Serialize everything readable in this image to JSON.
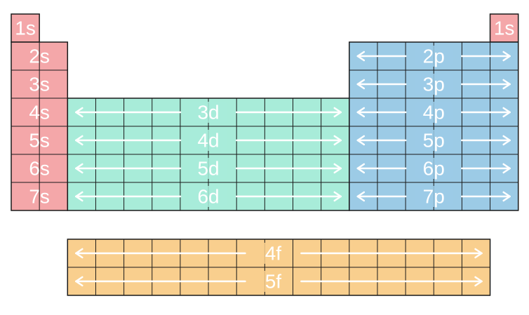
{
  "colors": {
    "s_block": "#f4a7a9",
    "d_block": "#a8ecd9",
    "p_block": "#9ccbe6",
    "f_block": "#f9cf8e",
    "grid_line": "#1a1a1a",
    "label_text": "#ffffff",
    "arrow": "#ffffff"
  },
  "top_row": {
    "left_label": "1s",
    "right_label": "1s"
  },
  "s_block": {
    "labels": [
      "2s",
      "3s",
      "4s",
      "5s",
      "6s",
      "7s"
    ]
  },
  "d_block": {
    "labels": [
      "3d",
      "4d",
      "5d",
      "6d"
    ]
  },
  "p_block": {
    "labels": [
      "2p",
      "3p",
      "4p",
      "5p",
      "6p",
      "7p"
    ]
  },
  "f_block": {
    "labels": [
      "4f",
      "5f"
    ]
  }
}
